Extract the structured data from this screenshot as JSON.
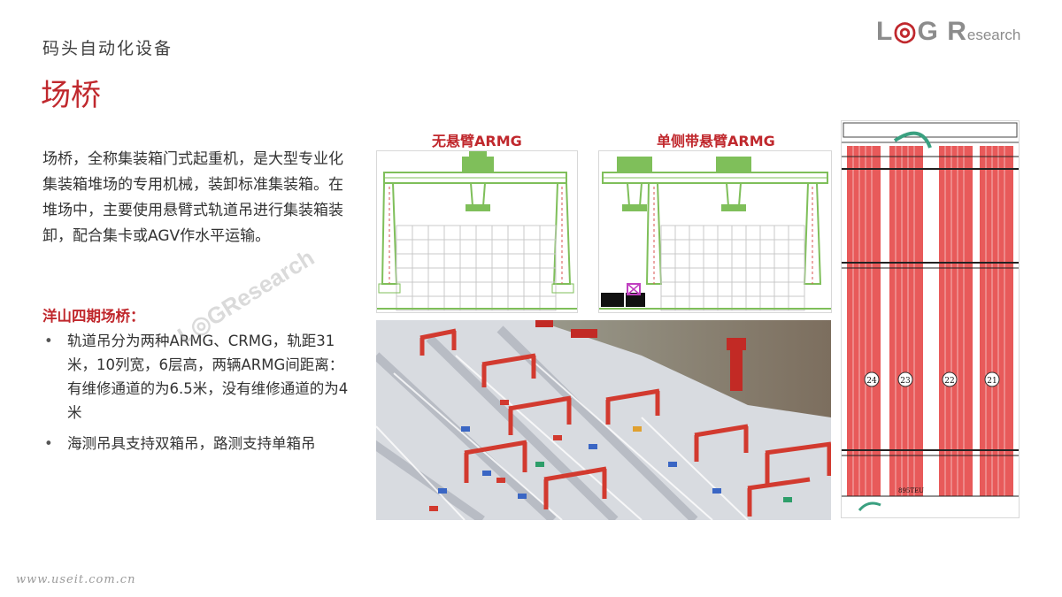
{
  "header": {
    "subtitle": "码头自动化设备",
    "title": "场桥"
  },
  "logo": {
    "letter_l": "L",
    "letter_g": "G",
    "letter_r": "R",
    "rest": "esearch"
  },
  "intro": "场桥，全称集装箱门式起重机，是大型专业化集装箱堆场的专用机械，装卸标准集装箱。在堆场中，主要使用悬臂式轨道吊进行集装箱装卸，配合集卡或AGV作水平运输。",
  "section": {
    "heading": "洋山四期场桥：",
    "bullets": [
      "轨道吊分为两种ARMG、CRMG，轨距31米，10列宽，6层高，两辆ARMG间距离：有维修通道的为6.5米，没有维修通道的为4米",
      "海测吊具支持双箱吊，路测支持单箱吊"
    ]
  },
  "figures": {
    "left_caption": "无悬臂ARMG",
    "right_caption": "单侧带悬臂ARMG",
    "layout_block_labels": [
      "24",
      "23",
      "22",
      "21"
    ],
    "layout_bottom_label": "895TEU"
  },
  "footer": {
    "url": "www.useit.com.cn"
  },
  "colors": {
    "accent": "#c0282d",
    "crane_green": "#7fbf5a",
    "yard_red": "#e03c3c"
  }
}
